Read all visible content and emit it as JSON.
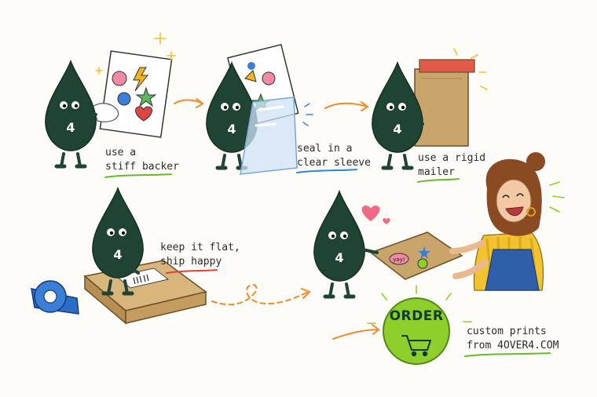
{
  "steps": [
    {
      "line1": "use a",
      "line2": "stiff backer"
    },
    {
      "line1": "seal in a",
      "line2": "clear sleeve"
    },
    {
      "line1": "use a rigid",
      "line2": "mailer"
    },
    {
      "line1": "keep it flat,",
      "line2": "ship happy"
    }
  ],
  "mascot_number": "4",
  "order": {
    "button_label": "ORDER",
    "line1": "custom prints",
    "line2": "from 4OVER4.COM"
  },
  "sticker_text": "yay!",
  "colors": {
    "mascot": "#1f4434",
    "accent_orange": "#f08a2c",
    "underline_green": "#6ab82e",
    "underline_blue": "#2f86d6",
    "underline_red": "#e04040",
    "order_green": "#8fcf2c",
    "cardboard": "#c9a56b"
  },
  "icons": [
    "sparkle-icon",
    "heart-icon",
    "cart-icon",
    "arrow-icon"
  ]
}
